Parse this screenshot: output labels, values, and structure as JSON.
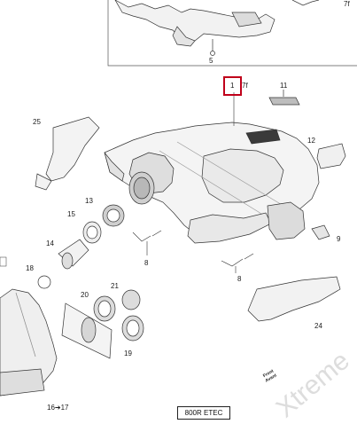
{
  "diagram": {
    "model_label": "800R ETEC",
    "front_label": "Front Avant",
    "watermark": "Xtreme",
    "highlight_color": "#c0001a",
    "callouts": {
      "c7f_top": "7f",
      "c5": "5",
      "c1": "1",
      "c7f": "7f",
      "c11": "11",
      "c25": "25",
      "c12": "12",
      "c13": "13",
      "c15": "15",
      "c14": "14",
      "c8a": "8",
      "c8b": "8",
      "c9": "9",
      "c18": "18",
      "c20": "20",
      "c21": "21",
      "c24": "24",
      "c19": "19",
      "c16_17": "16➔17"
    }
  }
}
